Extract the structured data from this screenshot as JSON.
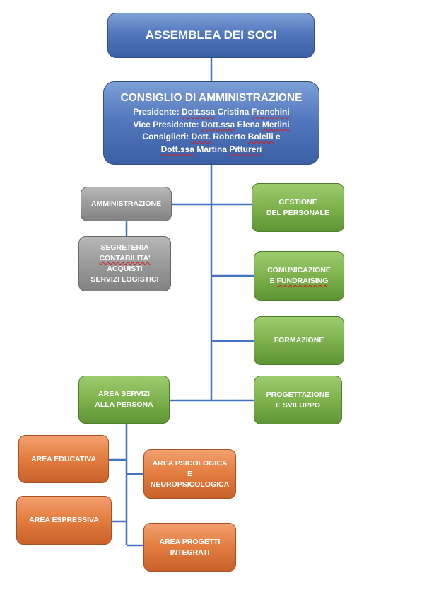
{
  "colors": {
    "connector": "#4472c4",
    "blue": "#4f73b8",
    "grey": "#9a9a9a",
    "green": "#7db24d",
    "orange": "#e27c3f"
  },
  "assemblea": {
    "label": "ASSEMBLEA DEI SOCI"
  },
  "consiglio": {
    "title": "CONSIGLIO DI AMMINISTRAZIONE",
    "presidente_prefix": "Presidente: ",
    "presidente_title": "Dott.ssa",
    "presidente_name_plain": " Cristina ",
    "presidente_name_u": "Franchini",
    "vice_prefix": "Vice Presidente: ",
    "vice_title": "Dott.ssa",
    "vice_name_plain": " Elena ",
    "vice_name_u": "Merlini",
    "consiglieri_prefix": "Consiglieri: ",
    "consiglieri_title": "Dott.",
    "consiglieri_name_plain": " Roberto ",
    "consiglieri_name_u": "Bolelli",
    "consiglieri_suffix": " e",
    "consiglieri2_title": "Dott.ssa",
    "consiglieri2_name_plain": " Martina ",
    "consiglieri2_name_u": "Pittureri"
  },
  "amministrazione": {
    "label": "AMMINISTRAZIONE"
  },
  "segreteria": {
    "line1": "SEGRETERIA",
    "line2": "CONTABILITA'",
    "line3": "ACQUISTI",
    "line4": "SERVIZI LOGISTICI"
  },
  "gestione": {
    "line1": "GESTIONE",
    "line2": "DEL PERSONALE"
  },
  "comunicazione": {
    "line1": "COMUNICAZIONE",
    "line2_plain": "E ",
    "line2_u": "FUNDRAISING"
  },
  "formazione": {
    "label": "FORMAZIONE"
  },
  "progettazione": {
    "line1": "PROGETTAZIONE",
    "line2": "E SVILUPPO"
  },
  "area_servizi": {
    "line1": "AREA SERVIZI",
    "line2": "ALLA PERSONA"
  },
  "area_educativa": {
    "label": "AREA EDUCATIVA"
  },
  "area_psicologica": {
    "line1": "AREA PSICOLOGICA",
    "line2": "E",
    "line3": "NEUROPSICOLOGICA"
  },
  "area_espressiva": {
    "label": "AREA ESPRESSIVA"
  },
  "area_progetti": {
    "line1": "AREA PROGETTI",
    "line2": "INTEGRATI"
  }
}
